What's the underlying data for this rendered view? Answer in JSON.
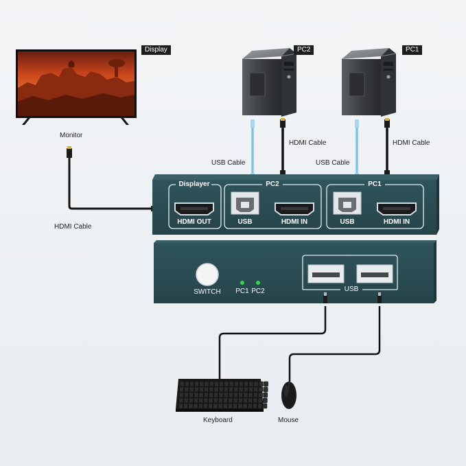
{
  "labels": {
    "display": "Display",
    "pc2": "PC2",
    "pc1": "PC1",
    "monitor": "Monitor",
    "hdmi_cable_left": "HDMI Cable",
    "hdmi_cable_pc2": "HDMI Cable",
    "hdmi_cable_pc1": "HDMI Cable",
    "usb_cable_pc2": "USB Cable",
    "usb_cable_pc1": "USB Cable",
    "keyboard": "Keyboard",
    "mouse": "Mouse"
  },
  "back_panel": {
    "displayer_group": "Displayer",
    "hdmi_out": "HDMI OUT",
    "pc2_group": "PC2",
    "pc2_usb": "USB",
    "pc2_hdmi_in": "HDMI IN",
    "pc1_group": "PC1",
    "pc1_usb": "USB",
    "pc1_hdmi_in": "HDMI IN"
  },
  "front_panel": {
    "switch": "SWITCH",
    "led_pc1": "PC1",
    "led_pc2": "PC2",
    "usb": "USB"
  },
  "colors": {
    "panel": "#2b4c52",
    "usb_cable": "#7fc3e6",
    "led": "#3ad44a",
    "connector_gold": "#d8b03c"
  }
}
